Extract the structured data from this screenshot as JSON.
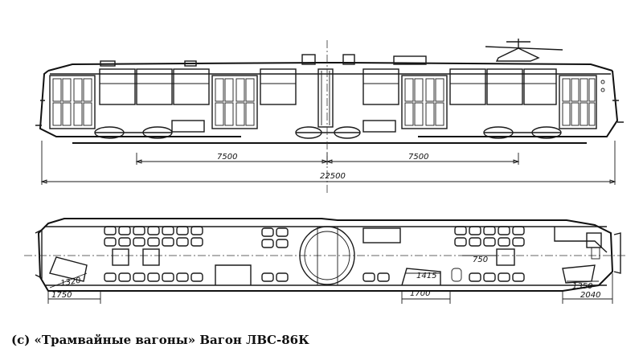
{
  "caption": "(c) «Трамвайные вагоны» Вагон ЛВС-86К",
  "dimensions": {
    "section_a": "7500",
    "section_b": "7500",
    "total_length": "22500",
    "plan_door_left": "1320",
    "plan_end_left": "1750",
    "plan_seat_pitch": "750",
    "plan_door_mid": "1415",
    "plan_mid_width": "1700",
    "plan_door_right": "1350",
    "plan_end_right": "2040"
  }
}
